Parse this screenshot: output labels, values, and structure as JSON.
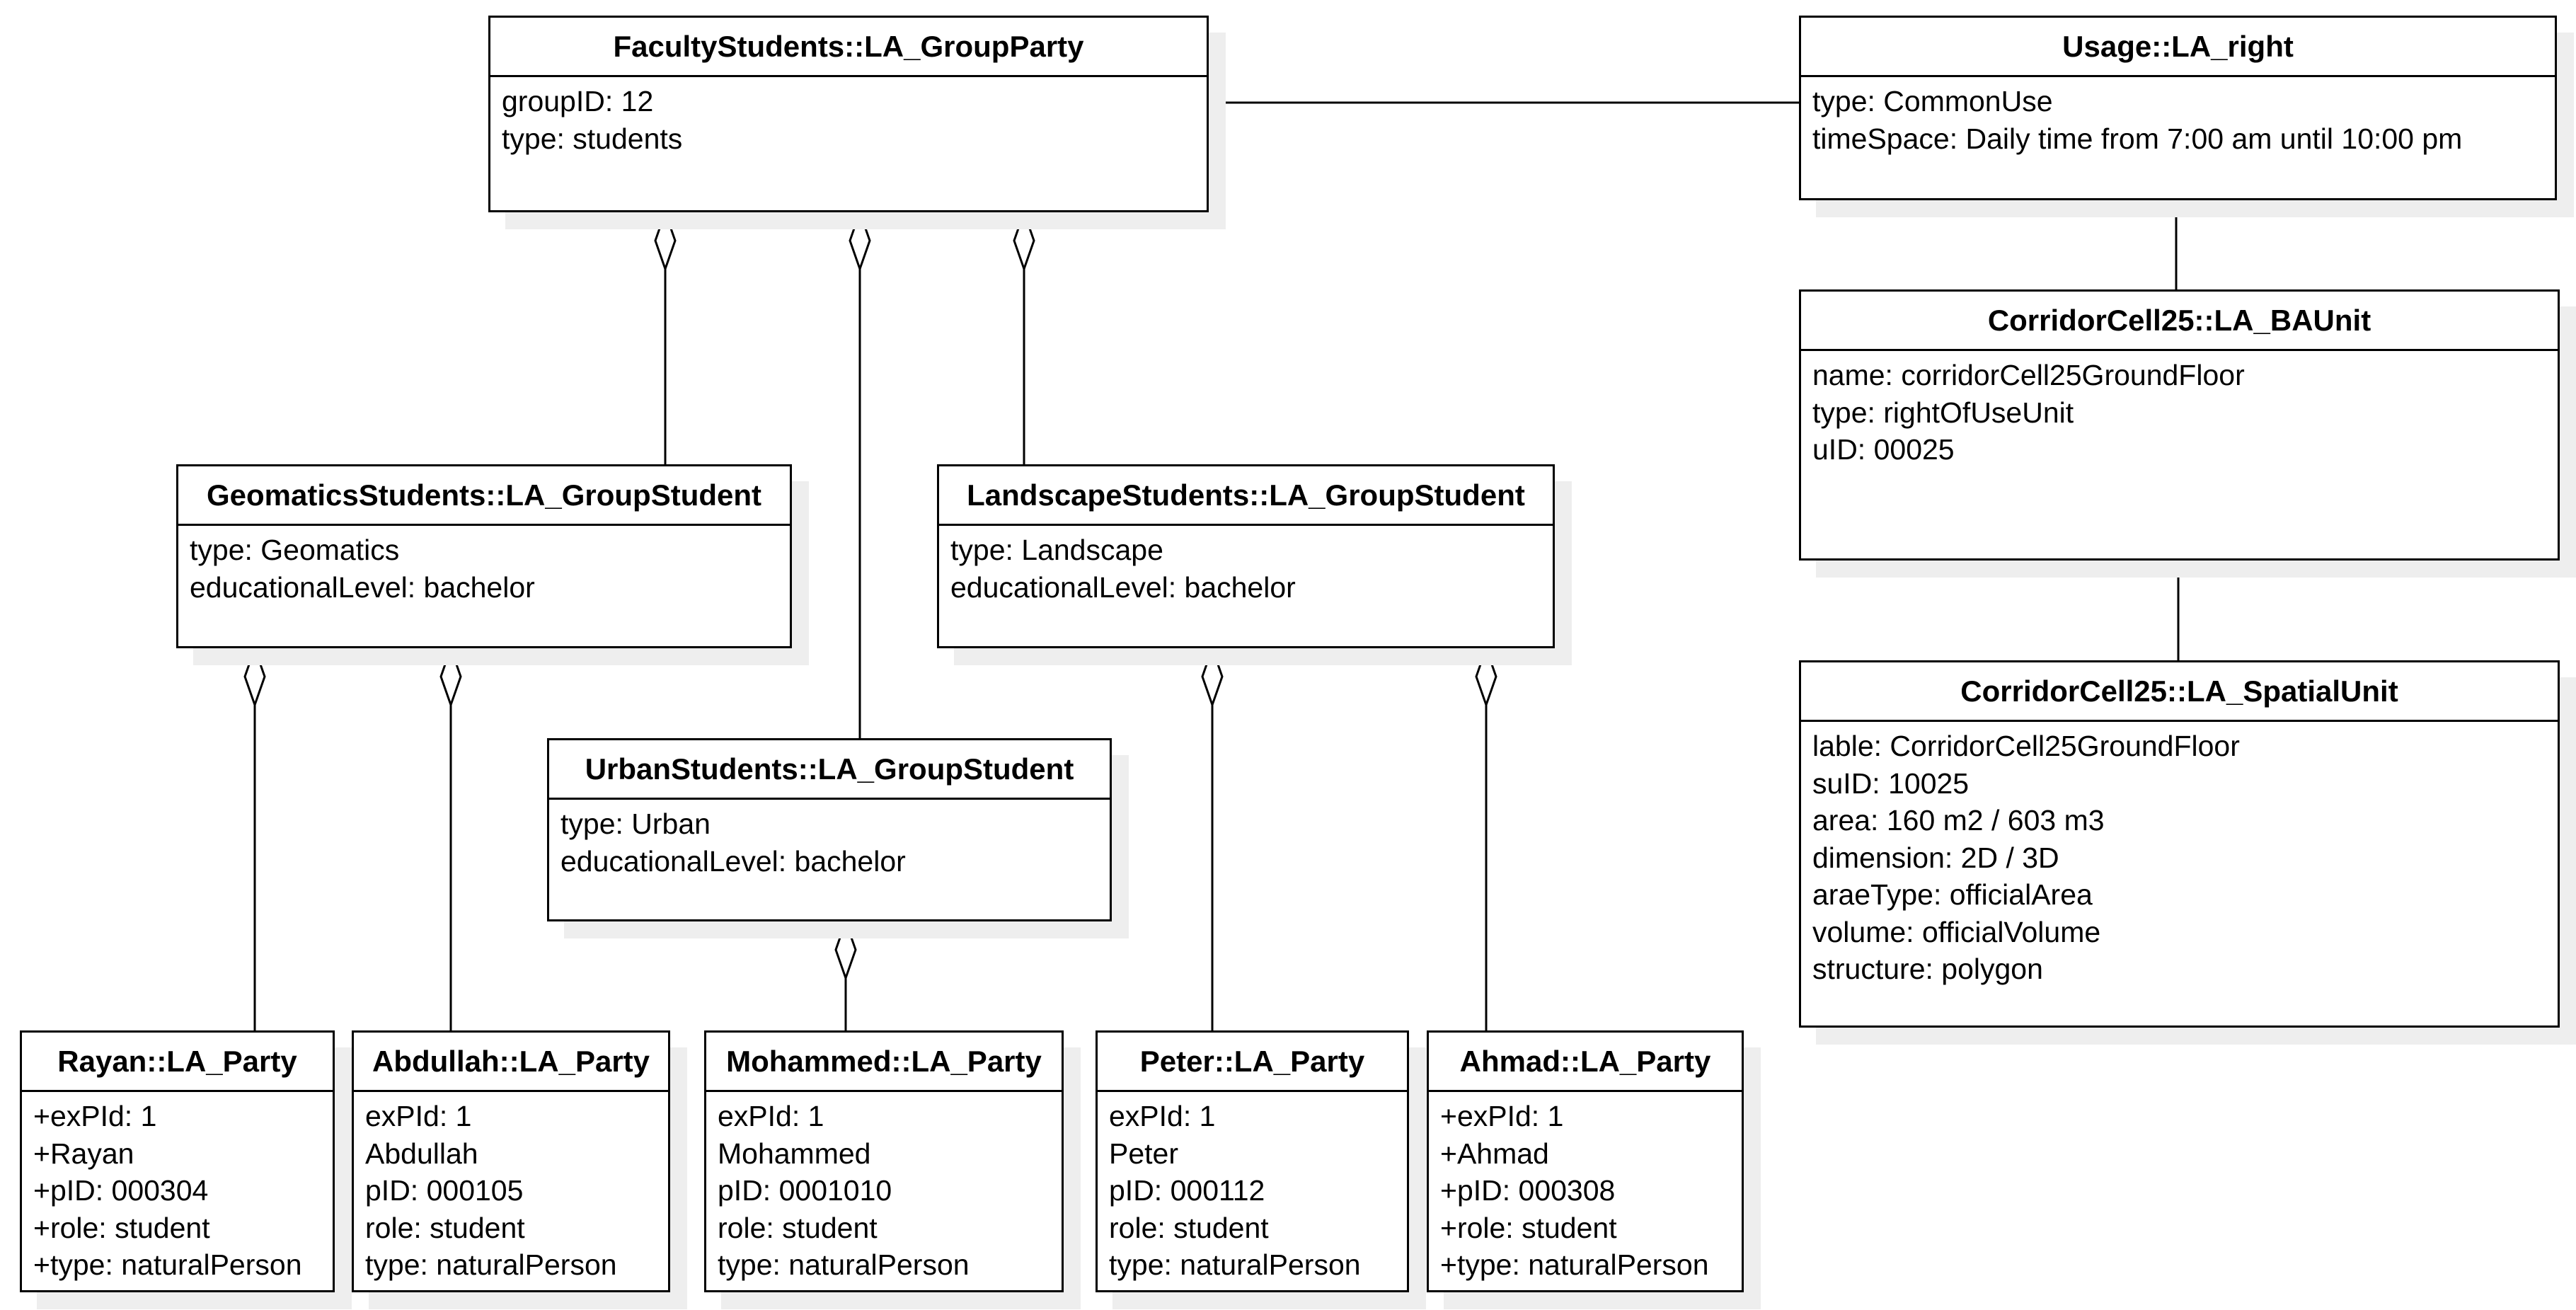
{
  "classes": {
    "faculty": {
      "title": "FacultyStudents::LA_GroupParty",
      "attrs": [
        "groupID: 12",
        "type: students"
      ]
    },
    "geomatics": {
      "title": "GeomaticsStudents::LA_GroupStudent",
      "attrs": [
        "type: Geomatics",
        "educationalLevel: bachelor"
      ]
    },
    "landscape": {
      "title": "LandscapeStudents::LA_GroupStudent",
      "attrs": [
        "type: Landscape",
        "educationalLevel: bachelor"
      ]
    },
    "urban": {
      "title": "UrbanStudents::LA_GroupStudent",
      "attrs": [
        "type: Urban",
        "educationalLevel: bachelor"
      ]
    },
    "rayan": {
      "title": "Rayan::LA_Party",
      "attrs": [
        "+exPId: 1",
        "+Rayan",
        "+pID: 000304",
        "+role: student",
        "+type: naturalPerson"
      ]
    },
    "abdullah": {
      "title": "Abdullah::LA_Party",
      "attrs": [
        "exPId: 1",
        "Abdullah",
        "pID: 000105",
        "role: student",
        "type: naturalPerson"
      ]
    },
    "mohammed": {
      "title": "Mohammed::LA_Party",
      "attrs": [
        "exPId: 1",
        "Mohammed",
        "pID: 0001010",
        "role: student",
        "type: naturalPerson"
      ]
    },
    "peter": {
      "title": "Peter::LA_Party",
      "attrs": [
        "exPId: 1",
        "Peter",
        "pID: 000112",
        "role: student",
        "type: naturalPerson"
      ]
    },
    "ahmad": {
      "title": "Ahmad::LA_Party",
      "attrs": [
        "+exPId: 1",
        "+Ahmad",
        "+pID: 000308",
        "+role: student",
        "+type: naturalPerson"
      ]
    },
    "usage": {
      "title": "Usage::LA_right",
      "attrs": [
        "type: CommonUse",
        "timeSpace: Daily time from 7:00 am until 10:00 pm"
      ]
    },
    "corridorBA": {
      "title": "CorridorCell25::LA_BAUnit",
      "attrs": [
        "name: corridorCell25GroundFloor",
        "type: rightOfUseUnit",
        "uID: 00025"
      ]
    },
    "corridorSU": {
      "title": "CorridorCell25::LA_SpatialUnit",
      "attrs": [
        "lable: CorridorCell25GroundFloor",
        "suID: 10025",
        "area: 160 m2 / 603 m3",
        "dimension: 2D / 3D",
        "araeType: officialArea",
        "volume: officialVolume",
        "structure: polygon"
      ]
    }
  },
  "relations": [
    {
      "whole": "faculty",
      "part": "geomatics",
      "kind": "aggregation"
    },
    {
      "whole": "faculty",
      "part": "urban",
      "kind": "aggregation"
    },
    {
      "whole": "faculty",
      "part": "landscape",
      "kind": "aggregation"
    },
    {
      "whole": "geomatics",
      "part": "rayan",
      "kind": "aggregation"
    },
    {
      "whole": "geomatics",
      "part": "abdullah",
      "kind": "aggregation"
    },
    {
      "whole": "urban",
      "part": "mohammed",
      "kind": "aggregation"
    },
    {
      "whole": "landscape",
      "part": "peter",
      "kind": "aggregation"
    },
    {
      "whole": "landscape",
      "part": "ahmad",
      "kind": "aggregation"
    },
    {
      "whole": "faculty",
      "part": "usage",
      "kind": "association"
    },
    {
      "whole": "usage",
      "part": "corridorBA",
      "kind": "association"
    },
    {
      "whole": "corridorBA",
      "part": "corridorSU",
      "kind": "association"
    }
  ]
}
